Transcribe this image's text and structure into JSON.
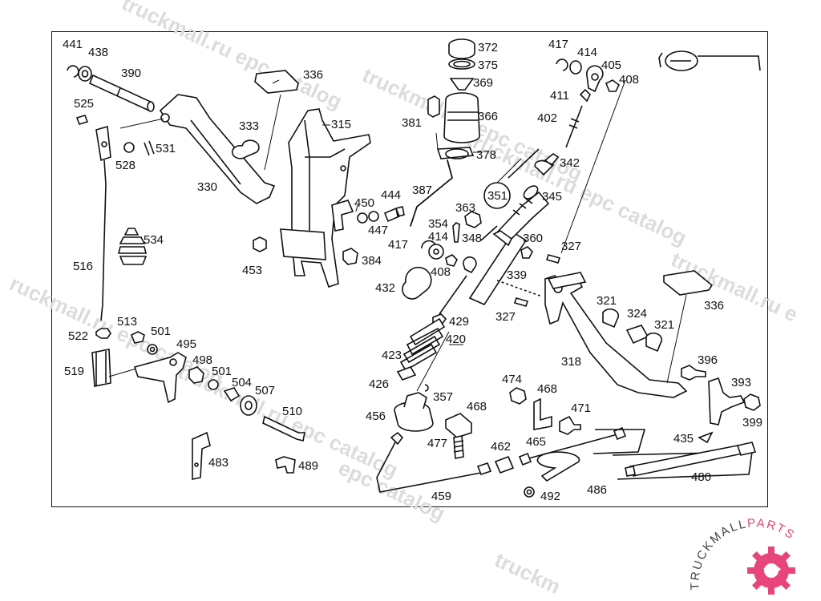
{
  "watermark": {
    "text": "truckmall.ru epc catalog",
    "fragments": [
      "truckmall.ru epc catalog",
      "truckmall.ru epc catalog",
      "truckmall.ru epc catalog",
      "truckmall.ru e",
      "ruckmall.ru epc catalog",
      "truckmall.ru epc catalog",
      "epc catalog",
      "truckm"
    ]
  },
  "logo": {
    "text_left": "TRUCKMALL",
    "text_right": "PARTS",
    "brand_color": "#e8457a"
  },
  "part_labels": [
    {
      "id": "441",
      "text": "441"
    },
    {
      "id": "438",
      "text": "438"
    },
    {
      "id": "390",
      "text": "390"
    },
    {
      "id": "336a",
      "text": "336"
    },
    {
      "id": "525",
      "text": "525"
    },
    {
      "id": "333",
      "text": "333"
    },
    {
      "id": "315",
      "text": "315"
    },
    {
      "id": "531",
      "text": "531"
    },
    {
      "id": "528",
      "text": "528"
    },
    {
      "id": "330",
      "text": "330"
    },
    {
      "id": "450",
      "text": "450"
    },
    {
      "id": "444",
      "text": "444"
    },
    {
      "id": "447",
      "text": "447"
    },
    {
      "id": "534",
      "text": "534"
    },
    {
      "id": "453",
      "text": "453"
    },
    {
      "id": "384",
      "text": "384"
    },
    {
      "id": "516",
      "text": "516"
    },
    {
      "id": "513",
      "text": "513"
    },
    {
      "id": "501a",
      "text": "501"
    },
    {
      "id": "495",
      "text": "495"
    },
    {
      "id": "522",
      "text": "522"
    },
    {
      "id": "498",
      "text": "498"
    },
    {
      "id": "501b",
      "text": "501"
    },
    {
      "id": "519",
      "text": "519"
    },
    {
      "id": "504",
      "text": "504"
    },
    {
      "id": "507",
      "text": "507"
    },
    {
      "id": "510",
      "text": "510"
    },
    {
      "id": "483",
      "text": "483"
    },
    {
      "id": "489",
      "text": "489"
    },
    {
      "id": "372",
      "text": "372"
    },
    {
      "id": "375",
      "text": "375"
    },
    {
      "id": "369",
      "text": "369"
    },
    {
      "id": "381",
      "text": "381"
    },
    {
      "id": "366",
      "text": "366"
    },
    {
      "id": "378",
      "text": "378"
    },
    {
      "id": "387",
      "text": "387"
    },
    {
      "id": "351",
      "text": "351"
    },
    {
      "id": "363",
      "text": "363"
    },
    {
      "id": "354",
      "text": "354"
    },
    {
      "id": "417a",
      "text": "417"
    },
    {
      "id": "414a",
      "text": "414"
    },
    {
      "id": "348",
      "text": "348"
    },
    {
      "id": "408a",
      "text": "408"
    },
    {
      "id": "432",
      "text": "432"
    },
    {
      "id": "429",
      "text": "429"
    },
    {
      "id": "420",
      "text": "420"
    },
    {
      "id": "423",
      "text": "423"
    },
    {
      "id": "426",
      "text": "426"
    },
    {
      "id": "357",
      "text": "357"
    },
    {
      "id": "456",
      "text": "456"
    },
    {
      "id": "468a",
      "text": "468"
    },
    {
      "id": "477",
      "text": "477"
    },
    {
      "id": "459",
      "text": "459"
    },
    {
      "id": "417b",
      "text": "417"
    },
    {
      "id": "414b",
      "text": "414"
    },
    {
      "id": "405",
      "text": "405"
    },
    {
      "id": "408b",
      "text": "408"
    },
    {
      "id": "411",
      "text": "411"
    },
    {
      "id": "402",
      "text": "402"
    },
    {
      "id": "342",
      "text": "342"
    },
    {
      "id": "345",
      "text": "345"
    },
    {
      "id": "360",
      "text": "360"
    },
    {
      "id": "327a",
      "text": "327"
    },
    {
      "id": "339",
      "text": "339"
    },
    {
      "id": "327b",
      "text": "327"
    },
    {
      "id": "321a",
      "text": "321"
    },
    {
      "id": "324",
      "text": "324"
    },
    {
      "id": "321b",
      "text": "321"
    },
    {
      "id": "336b",
      "text": "336"
    },
    {
      "id": "318",
      "text": "318"
    },
    {
      "id": "396",
      "text": "396"
    },
    {
      "id": "393",
      "text": "393"
    },
    {
      "id": "399",
      "text": "399"
    },
    {
      "id": "474",
      "text": "474"
    },
    {
      "id": "468b",
      "text": "468"
    },
    {
      "id": "471",
      "text": "471"
    },
    {
      "id": "462",
      "text": "462"
    },
    {
      "id": "465",
      "text": "465"
    },
    {
      "id": "486",
      "text": "486"
    },
    {
      "id": "492",
      "text": "492"
    },
    {
      "id": "435",
      "text": "435"
    },
    {
      "id": "480",
      "text": "480"
    }
  ]
}
